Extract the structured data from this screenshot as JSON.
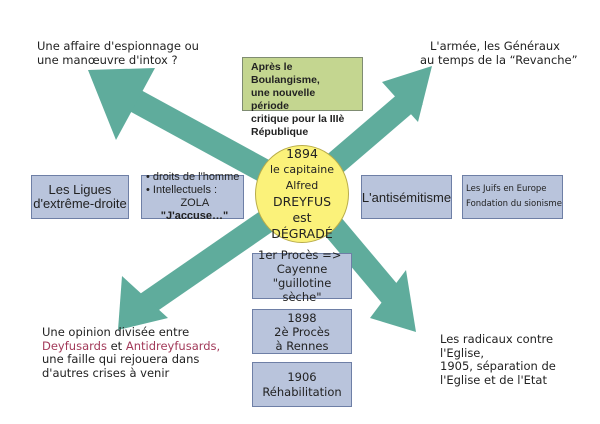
{
  "center": {
    "year": "1894",
    "line1": "le capitaine Alfred",
    "line2": "DREYFUS",
    "line3": "est",
    "line4": "DÉGRADÉ"
  },
  "top_left": {
    "line1": "Une affaire d'espionnage ou",
    "line2": "une manœuvre d'intox ?"
  },
  "top_right": {
    "line1": "L'armée, les Généraux",
    "line2": "au temps de la “Revanche”"
  },
  "context_box": {
    "line1": "Après le Boulangisme,",
    "line2": "une nouvelle période",
    "line3": "critique pour la IIIè",
    "line4": "République"
  },
  "ligues_box": {
    "line1": "Les Ligues",
    "line2": "d'extrême-droite"
  },
  "dreyfusards_box": {
    "item1": "• droits de l'homme",
    "item2": "• Intellectuels :",
    "zola": "ZOLA",
    "accuse": "\"J'accuse…\""
  },
  "antisemitisme_box": {
    "label": "L'antisémitisme"
  },
  "juifs_box": {
    "line1": "Les Juifs en Europe",
    "line2": "Fondation du sionisme"
  },
  "timeline": [
    {
      "line1": "1er Procès =>",
      "line2": "Cayenne",
      "line3": "\"guillotine sèche\""
    },
    {
      "line1": "1898",
      "line2": "2è Procès",
      "line3": "à Rennes"
    },
    {
      "line1": "1906",
      "line2": "Réhabilitation"
    }
  ],
  "bottom_left": {
    "line1": "Une opinion divisée entre",
    "dreyfusards": "Deyfusards",
    "et": " et ",
    "antidreyfusards": "Antidreyfusards,",
    "line3": "une faille qui rejouera dans",
    "line4": "d'autres crises à venir"
  },
  "bottom_right": {
    "line1": "Les radicaux contre",
    "line2": "l'Eglise,",
    "line3": "1905, séparation de",
    "line4": "l'Eglise et de l'Etat"
  },
  "colors": {
    "arrow": "#5fac9c",
    "box": "#b9c4dc",
    "green": "#c4d690",
    "circle": "#fbf27a",
    "accent": "#a23a5a"
  }
}
